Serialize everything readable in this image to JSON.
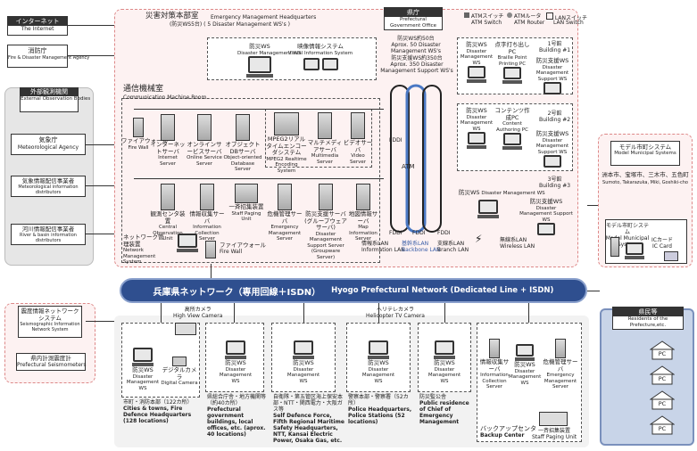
{
  "top_left": {
    "internet": {
      "jp": "インターネット",
      "en": "The Internet"
    },
    "fire_agency": {
      "jp": "消防庁",
      "en": "Fire & Disaster Management Agency"
    }
  },
  "external_obs": {
    "title_jp": "外部観測機関",
    "title_en": "External Observation Bodies",
    "items": [
      {
        "jp": "気象庁",
        "en": "Meteorological Agency"
      },
      {
        "jp": "気象情報配信事業者",
        "en": "Meteorological information distributors"
      },
      {
        "jp": "河川情報配信事業者",
        "en": "River & basin information distributors"
      }
    ]
  },
  "seismo": {
    "title_jp": "震度情報ネットワークシステム",
    "title_en": "Seismographic Information Network System",
    "item_jp": "県内計測震度計",
    "item_en": "Prefectural Seismometers"
  },
  "hq": {
    "title_jp": "災害対策本部室",
    "title_en": "Emergency Management Headquarters",
    "sub": "(防災WS5台)  ( 5 Disaster Management WS's )",
    "ws": {
      "jp": "防災WS",
      "en": "Disaster Management WS"
    },
    "video": {
      "jp": "映像情報システム",
      "en": "Visual Information System"
    }
  },
  "comm_room": {
    "jp": "通信機械室",
    "en": "Communication Machine Room"
  },
  "servers_row1": [
    {
      "jp": "ファイアウォール",
      "en": "Fire Wall"
    },
    {
      "jp": "インターネットサーバ",
      "en": "Internet Server"
    },
    {
      "jp": "オンラインサービスサーバ",
      "en": "Online Service Server"
    },
    {
      "jp": "オブジェクトDBサーバ",
      "en": "Object-oriented Database Server"
    },
    {
      "jp": "MPEG2リアルタイムエンコーダシステム",
      "en": "MPEG2 Realtime Encoding System"
    },
    {
      "jp": "マルチメディアサーバ",
      "en": "Multimedia Server"
    },
    {
      "jp": "ビデオサーバ",
      "en": "Video Server"
    }
  ],
  "servers_row2": [
    {
      "jp": "観測センタ装置",
      "en": "Central Observation Unit"
    },
    {
      "jp": "情報収集サーバ",
      "en": "Information Collection Server"
    },
    {
      "jp": "一斉招集装置",
      "en": "Staff Paging Unit"
    },
    {
      "jp": "危機管理サーバ",
      "en": "Emergency Management Server"
    },
    {
      "jp": "防災支援サーバ(グループウェアサーバ)",
      "en": "Disaster Management Support Server (Groupware Server)"
    },
    {
      "jp": "地図情報サーバ",
      "en": "Map Information Server"
    }
  ],
  "net_mgmt": {
    "jp": "ネットワーク管理装置",
    "en": "Network Management System"
  },
  "firewall2": {
    "jp": "ファイアウォール",
    "en": "Fire Wall"
  },
  "lans": {
    "info": {
      "jp": "情報系LAN",
      "en": "Information LAN"
    },
    "backbone": {
      "jp": "基幹系LAN",
      "en": "Backbone LAN"
    },
    "branch": {
      "jp": "支線系LAN",
      "en": "Branch LAN"
    },
    "wireless": {
      "jp": "無線系LAN",
      "en": "Wireless LAN"
    },
    "fddi": "FDDI",
    "atm": "ATM"
  },
  "pref_office": {
    "jp": "県庁",
    "en": "Prefectural Government Office"
  },
  "legend": [
    {
      "jp": "ATMスイッチ",
      "en": "ATM Switch"
    },
    {
      "jp": "ATMルータ",
      "en": "ATM Router"
    },
    {
      "jp": "LANスイッチ",
      "en": "LAN Switch"
    }
  ],
  "ws_counts": [
    {
      "jp": "防災WS約50台",
      "en": "Aprox. 50 Disaster Management WS's"
    },
    {
      "jp": "防災支援WS約350台",
      "en": "Aprox. 350 Disaster Management Support WS's"
    }
  ],
  "buildings": [
    {
      "jp": "1号館",
      "en": "Building #1",
      "left": {
        "jp": "防災WS",
        "en": "Disaster Management WS"
      },
      "mid": {
        "jp": "点字打ち出しPC",
        "en": "Braille Point Printing PC"
      },
      "right": {
        "jp": "防災支援WS",
        "en": "Disaster Management Support WS"
      }
    },
    {
      "jp": "2号館",
      "en": "Building #2",
      "left": {
        "jp": "防災WS",
        "en": "Disaster Management WS"
      },
      "mid": {
        "jp": "コンテンツ作成PC",
        "en": "Content Authoring PC"
      },
      "right": {
        "jp": "防災支援WS",
        "en": "Disaster Management Support WS"
      }
    },
    {
      "jp": "3号館",
      "en": "Building #3",
      "left": {
        "jp": "防災WS",
        "en": "Disaster Management WS"
      },
      "right": {
        "jp": "防災支援WS",
        "en": "Disaster Management Support WS"
      }
    }
  ],
  "model_muni": {
    "title_jp": "モデル市町システム",
    "title_en": "Model Municipal Systems",
    "towns_jp": "洲本市、宝塚市、三木市、五色町",
    "towns_en": "Sumoto, Takarazuka, Miki, Goshiki-cho",
    "inner_jp": "モデル市町システム",
    "inner_en": "Model Municipal System",
    "card_jp": "ICカード",
    "card_en": "IC Card"
  },
  "network_banner": {
    "jp": "兵庫県ネットワーク（専用回線＋ISDN）",
    "en": "Hyogo Prefectural Network (Dedicated Line + ISDN)"
  },
  "residents": {
    "jp": "県民等",
    "en": "Residents of the Prefecture,etc.",
    "pc": "PC"
  },
  "bottom_groups": [
    {
      "jp": "市町・消防本部（122カ所）",
      "en": "Cities & towns, Fire Defence Headquarters (128 locations)",
      "ws": {
        "jp": "防災WS",
        "en": "Disaster Management WS"
      },
      "cam": {
        "jp": "デジタルカメラ",
        "en": "Digital Camera"
      },
      "hv": {
        "jp": "高所カメラ",
        "en": "High View Camera"
      }
    },
    {
      "jp": "県総合庁舎・地方機関等（約40カ所）",
      "en": "Prefectural government buildings, local offices, etc. (aprox. 40 locations)",
      "ws": {
        "jp": "防災WS",
        "en": "Disaster Management WS"
      }
    },
    {
      "jp": "自衛隊・第五管区海上保安本部・NTT・関西電力・大阪ガス等",
      "en": "Self Defence Force, Fifth Regional Maritime Safety Headquarters, NTT, Kansai Electric Power, Osaka Gas, etc.",
      "ws": {
        "jp": "防災WS",
        "en": "Disaster Management WS"
      }
    },
    {
      "jp": "警察本部・警察署（52カ所）",
      "en": "Police Headquarters, Police Stations (52 locations)",
      "ws": {
        "jp": "防災WS",
        "en": "Disaster Management WS"
      },
      "heli": {
        "jp": "ヘリテレカメラ",
        "en": "Helicopter TV Camera"
      }
    },
    {
      "jp": "防災監公舎",
      "en": "Public residence of Chief of Emergency Management",
      "ws": {
        "jp": "防災WS",
        "en": "Disaster Management WS"
      }
    },
    {
      "jp": "バックアップセンタ",
      "en": "Backup Center",
      "items": [
        {
          "jp": "情報収集サーバ",
          "en": "Information Collection Server"
        },
        {
          "jp": "防災WS",
          "en": "Disaster Management WS"
        },
        {
          "jp": "危機管理サーバ",
          "en": "Emergency Management Server"
        }
      ],
      "paging": {
        "jp": "一斉招集装置",
        "en": "Staff Paging Unit"
      }
    }
  ]
}
